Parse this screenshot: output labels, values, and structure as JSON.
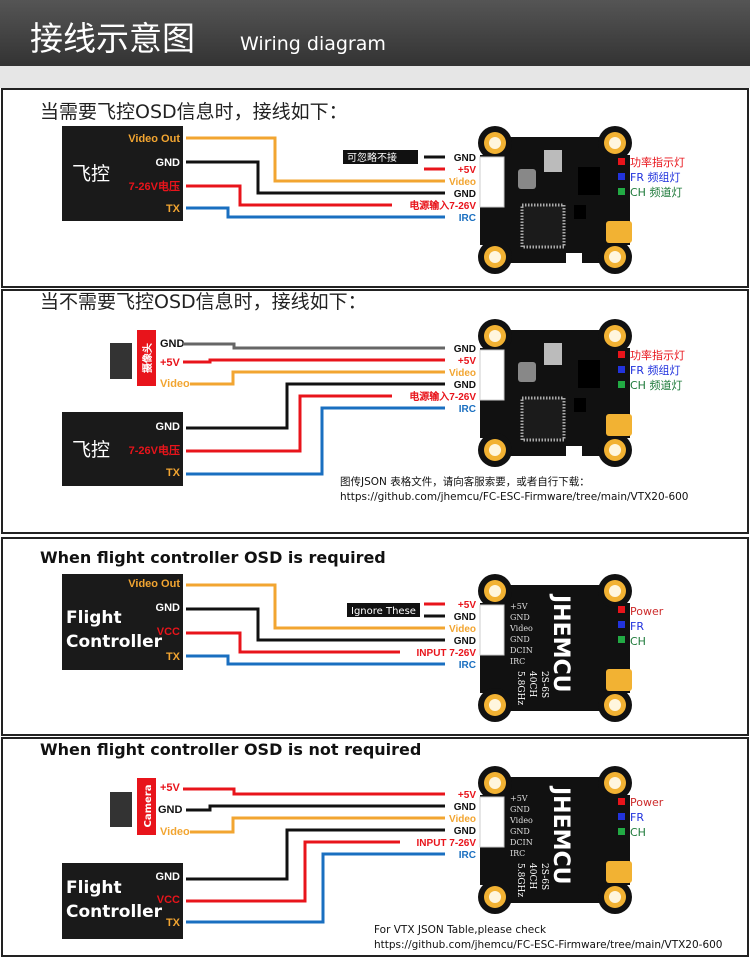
{
  "header": {
    "title_cn": "接线示意图",
    "title_en": "Wiring diagram"
  },
  "colors": {
    "gnd": "#111111",
    "power": "#e8141b",
    "video": "#f2a531",
    "signal": "#1a6fc0",
    "header_bg": "#444444",
    "led_power": "#e8141b",
    "led_fr": "#2233dd",
    "led_ch": "#22aa44",
    "pad": "#f2b233"
  },
  "panel1": {
    "title": "当需要飞控OSD信息时，接线如下：",
    "fc_label": "飞控",
    "fc_pins": [
      "Video Out",
      "GND",
      "7-26V电压",
      "TX"
    ],
    "ignore_label": "可忽略不接",
    "vtx_pins": [
      "GND",
      "+5V",
      "Video",
      "GND",
      "电源输入7-26V",
      "IRC"
    ],
    "leds": [
      "功率指示灯",
      "FR 频组灯",
      "CH 频道灯"
    ]
  },
  "panel2": {
    "title": "当不需要飞控OSD信息时，接线如下：",
    "camera_label": "摄像头",
    "camera_pins": [
      "GND",
      "+5V",
      "Video"
    ],
    "fc_label": "飞控",
    "fc_pins": [
      "GND",
      "7-26V电压",
      "TX"
    ],
    "vtx_pins": [
      "GND",
      "+5V",
      "Video",
      "GND",
      "电源输入7-26V",
      "IRC"
    ],
    "leds": [
      "功率指示灯",
      "FR 频组灯",
      "CH 频道灯"
    ],
    "footer": [
      "图传JSON 表格文件，请向客服索要，或者自行下载：",
      "https://github.com/jhemcu/FC-ESC-Firmware/tree/main/VTX20-600"
    ]
  },
  "panel3": {
    "title": "When flight controller OSD is required",
    "fc_label": [
      "Flight",
      "Controller"
    ],
    "fc_pins": [
      "Video Out",
      "GND",
      "VCC",
      "TX"
    ],
    "ignore_label": "Ignore These",
    "vtx_pins": [
      "+5V",
      "GND",
      "Video",
      "GND",
      "INPUT 7-26V",
      "IRC"
    ],
    "leds": [
      "Power",
      "FR",
      "CH"
    ],
    "board": {
      "brand": "JHEMCU",
      "specs": [
        "2S-6S",
        "40CH",
        "5.8GHz"
      ],
      "silk": [
        "+5V",
        "GND",
        "Video",
        "GND",
        "DCIN",
        "IRC"
      ]
    }
  },
  "panel4": {
    "title": "When flight controller OSD is not required",
    "camera_label": "Camera",
    "camera_pins": [
      "+5V",
      "GND",
      "Video"
    ],
    "fc_label": [
      "Flight",
      "Controller"
    ],
    "fc_pins": [
      "GND",
      "VCC",
      "TX"
    ],
    "vtx_pins": [
      "+5V",
      "GND",
      "Video",
      "GND",
      "INPUT 7-26V",
      "IRC"
    ],
    "leds": [
      "Power",
      "FR",
      "CH"
    ],
    "footer": [
      "For VTX JSON Table,please check",
      "https://github.com/jhemcu/FC-ESC-Firmware/tree/main/VTX20-600"
    ]
  }
}
